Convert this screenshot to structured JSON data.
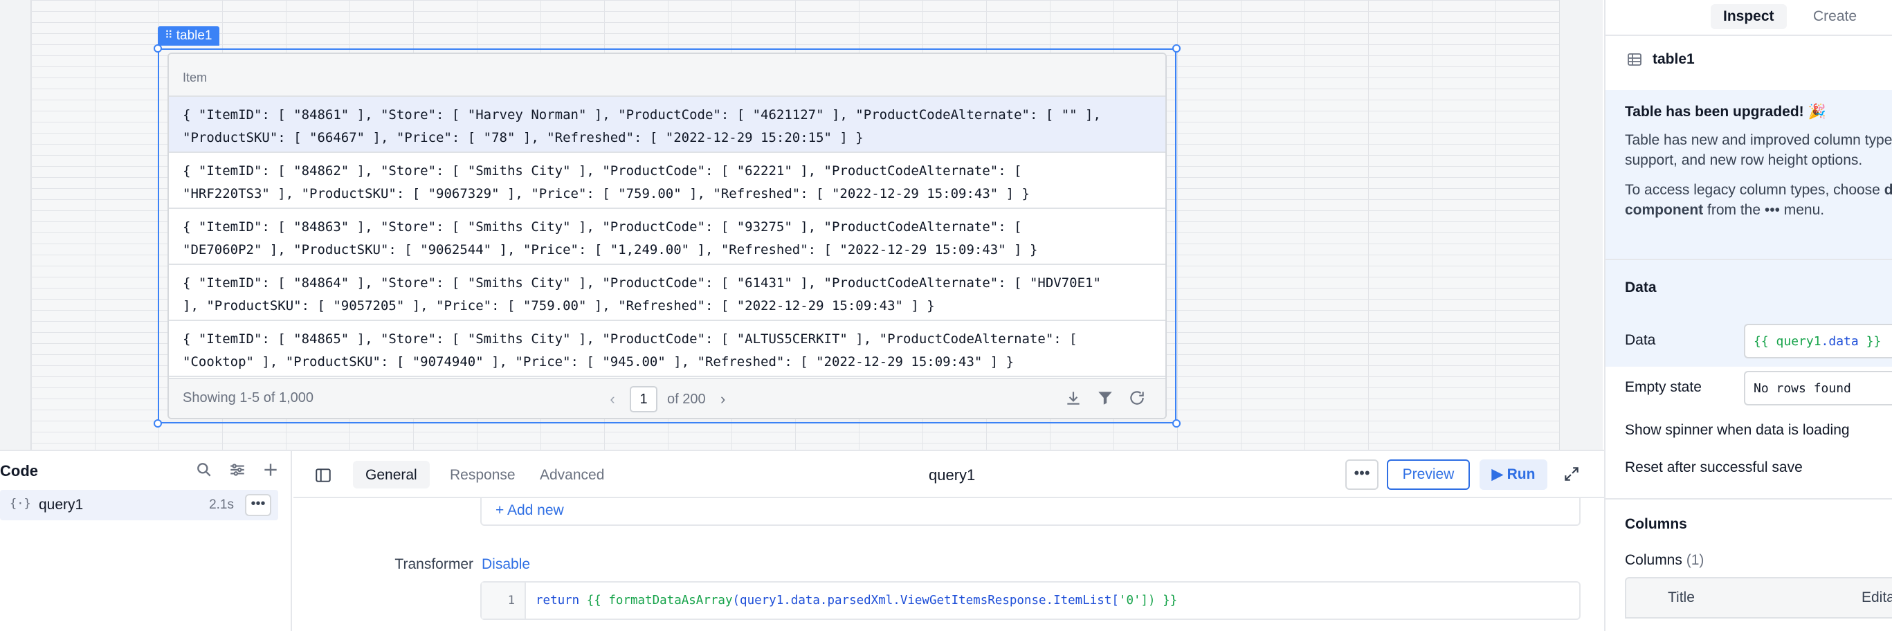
{
  "component": {
    "tag": "table1",
    "column_header": "Item",
    "rows": [
      {
        "line1": "{ \"ItemID\": [ \"84861\" ], \"Store\": [ \"Harvey Norman\" ], \"ProductCode\": [ \"4621127\" ], \"ProductCodeAlternate\": [ \"\" ],",
        "line2": "\"ProductSKU\": [ \"66467\" ], \"Price\": [ \"78\" ], \"Refreshed\": [ \"2022-12-29 15:20:15\" ] }"
      },
      {
        "line1": "{ \"ItemID\": [ \"84862\" ], \"Store\": [ \"Smiths City\" ], \"ProductCode\": [ \"62221\" ], \"ProductCodeAlternate\": [",
        "line2": "\"HRF220TS3\" ], \"ProductSKU\": [ \"9067329\" ], \"Price\": [ \"759.00\" ], \"Refreshed\": [ \"2022-12-29 15:09:43\" ] }"
      },
      {
        "line1": "{ \"ItemID\": [ \"84863\" ], \"Store\": [ \"Smiths City\" ], \"ProductCode\": [ \"93275\" ], \"ProductCodeAlternate\": [",
        "line2": "\"DE7060P2\" ], \"ProductSKU\": [ \"9062544\" ], \"Price\": [ \"1,249.00\" ], \"Refreshed\": [ \"2022-12-29 15:09:43\" ] }"
      },
      {
        "line1": "{ \"ItemID\": [ \"84864\" ], \"Store\": [ \"Smiths City\" ], \"ProductCode\": [ \"61431\" ], \"ProductCodeAlternate\": [ \"HDV70E1\"",
        "line2": "], \"ProductSKU\": [ \"9057205\" ], \"Price\": [ \"759.00\" ], \"Refreshed\": [ \"2022-12-29 15:09:43\" ] }"
      },
      {
        "line1": "{ \"ItemID\": [ \"84865\" ], \"Store\": [ \"Smiths City\" ], \"ProductCode\": [ \"ALTUS5CERKIT\" ], \"ProductCodeAlternate\": [",
        "line2": "\"Cooktop\" ], \"ProductSKU\": [ \"9074940\" ], \"Price\": [ \"945.00\" ], \"Refreshed\": [ \"2022-12-29 15:09:43\" ] }"
      }
    ],
    "footer": {
      "showing": "Showing 1-5 of 1,000",
      "page": "1",
      "of_pages": "of 200"
    }
  },
  "right_panel": {
    "tabs": [
      "Inspect",
      "Create"
    ],
    "component_name": "table1",
    "notice": {
      "title": "Table has been upgraded! 🎉",
      "body1": "Table has new and improved column types, keyboard navigation support, and new row height options.",
      "body2_pre": "To access legacy column types, choose ",
      "body2_bold": "downgrade component",
      "body2_post": " from the ••• menu."
    },
    "data_section": {
      "title": "Data",
      "data_label": "Data",
      "data_value_prefix": "{{ ",
      "data_value_obj": "query1",
      "data_value_prop": ".data",
      "data_value_suffix": " }}",
      "empty_label": "Empty state",
      "empty_value": "No rows found",
      "spinner_label": "Show spinner when data is loading",
      "reset_label": "Reset after successful save"
    },
    "columns_section": {
      "title": "Columns",
      "count_label": "Columns",
      "count": "(1)",
      "head_title": "Title",
      "head_edit": "Editable"
    }
  },
  "code_panel": {
    "title": "Code",
    "query": {
      "name": "query1",
      "time": "2.1s"
    }
  },
  "editor": {
    "tabs": [
      "General",
      "Response",
      "Advanced"
    ],
    "query_title": "query1",
    "preview_label": "Preview",
    "run_label": "Run",
    "add_new": "+ Add new",
    "transformer_label": "Transformer",
    "transformer_toggle": "Disable",
    "line_no": "1",
    "code": {
      "kw": "return",
      "open": " {{ ",
      "fn": "formatDataAsArray",
      "arg": "(query1.data.parsedXml.ViewGetItemsResponse.ItemList[",
      "idx": "'0'",
      "close": "]) }}"
    }
  },
  "colors": {
    "accent": "#3b82f6",
    "link": "#2f6fe4",
    "selected_row": "#e9eefb",
    "notice_bg": "#eef4fd"
  }
}
